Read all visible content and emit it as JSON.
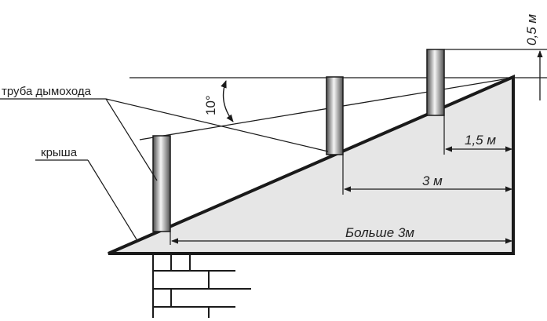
{
  "labels": {
    "chimney_pipe": "труба дымохода",
    "roof": "крыша"
  },
  "dimensions": {
    "pipe_height": "0,5 м",
    "angle": "10°",
    "dist_near": "1,5 м",
    "dist_mid": "3 м",
    "dist_far": "Больше 3м"
  },
  "colors": {
    "roof_fill": "#e6e6e6",
    "line": "#1a1a1a",
    "pipe_dark": "#5a5a5a",
    "pipe_light": "#f4f4f4"
  }
}
